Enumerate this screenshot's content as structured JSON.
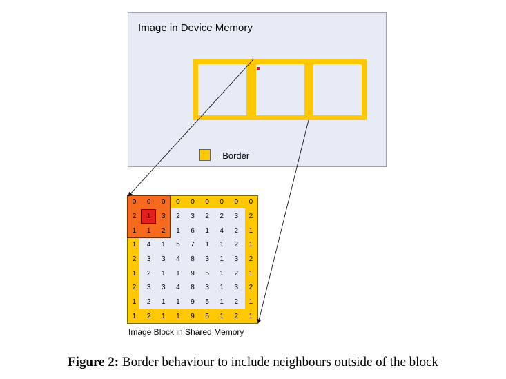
{
  "device_memory": {
    "title": "Image in Device Memory"
  },
  "legend": {
    "label": "= Border"
  },
  "shared_memory": {
    "caption": "Image Block in Shared Memory",
    "grid": [
      [
        "0",
        "0",
        "0",
        "0",
        "0",
        "0",
        "0",
        "0",
        "0"
      ],
      [
        "2",
        "1",
        "3",
        "2",
        "3",
        "2",
        "2",
        "3",
        "2"
      ],
      [
        "1",
        "1",
        "2",
        "1",
        "6",
        "1",
        "4",
        "2",
        "1"
      ],
      [
        "1",
        "4",
        "1",
        "5",
        "7",
        "1",
        "1",
        "2",
        "1"
      ],
      [
        "2",
        "3",
        "3",
        "4",
        "8",
        "3",
        "1",
        "3",
        "2"
      ],
      [
        "1",
        "2",
        "1",
        "1",
        "9",
        "5",
        "1",
        "2",
        "1"
      ],
      [
        "2",
        "3",
        "3",
        "4",
        "8",
        "3",
        "1",
        "3",
        "2"
      ],
      [
        "1",
        "2",
        "1",
        "1",
        "9",
        "5",
        "1",
        "2",
        "1"
      ],
      [
        "1",
        "2",
        "1",
        "1",
        "9",
        "5",
        "1",
        "2",
        "1"
      ]
    ]
  },
  "figure": {
    "label": "Figure 2:",
    "text": "Border behaviour to include neighbours outside of the block"
  },
  "colors": {
    "border": "#ffc800",
    "panel": "#e6ebf5",
    "neighbour": "#f76a1e",
    "center_pixel": "#e3201c"
  }
}
